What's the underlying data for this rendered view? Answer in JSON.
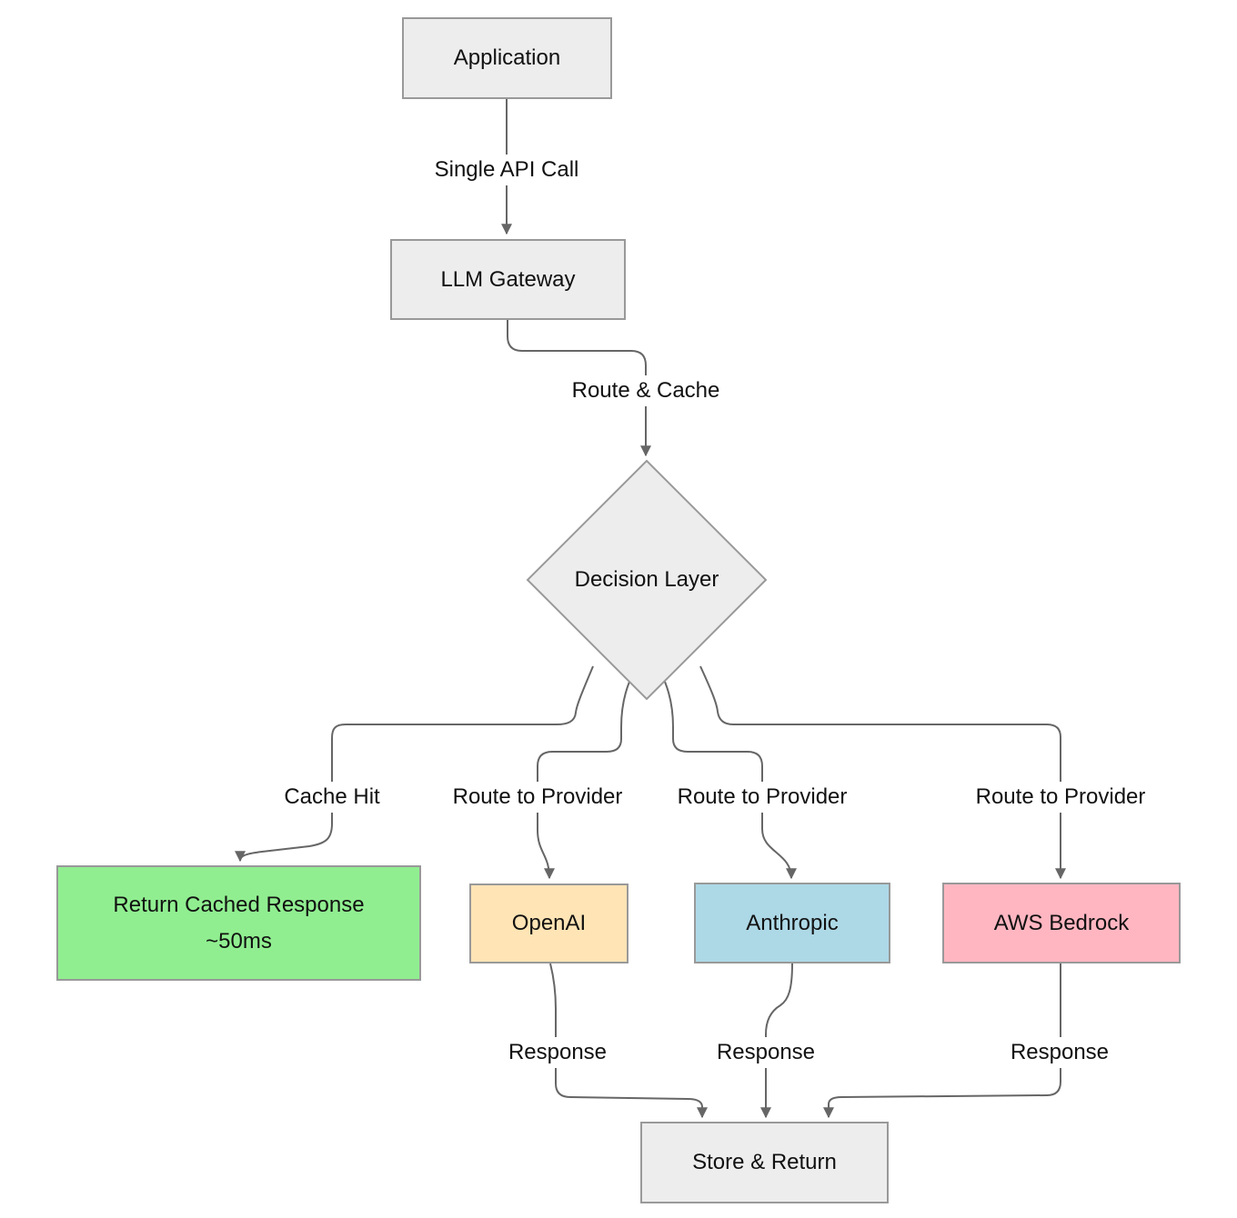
{
  "diagram": {
    "nodes": {
      "application": {
        "label": "Application",
        "fill": "#EDEDED"
      },
      "llm_gateway": {
        "label": "LLM Gateway",
        "fill": "#EDEDED"
      },
      "decision": {
        "label": "Decision Layer",
        "fill": "#EDEDED"
      },
      "cached_response": {
        "label": "Return Cached Response",
        "label_line2": "~50ms",
        "fill": "#90EE90"
      },
      "openai": {
        "label": "OpenAI",
        "fill": "#FFE4B5"
      },
      "anthropic": {
        "label": "Anthropic",
        "fill": "#ADD8E6"
      },
      "aws_bedrock": {
        "label": "AWS Bedrock",
        "fill": "#FFB6C1"
      },
      "store_return": {
        "label": "Store & Return",
        "fill": "#EDEDED"
      }
    },
    "edge_labels": {
      "app_to_gateway": "Single API Call",
      "gateway_to_decision": "Route & Cache",
      "decision_to_cached": "Cache Hit",
      "decision_to_openai": "Route to Provider",
      "decision_to_anthropic": "Route to Provider",
      "decision_to_bedrock": "Route to Provider",
      "openai_to_store": "Response",
      "anthropic_to_store": "Response",
      "bedrock_to_store": "Response"
    },
    "colors": {
      "edge": "#666666",
      "node_border": "#999999",
      "text": "#111111",
      "background": "#FFFFFF"
    }
  }
}
